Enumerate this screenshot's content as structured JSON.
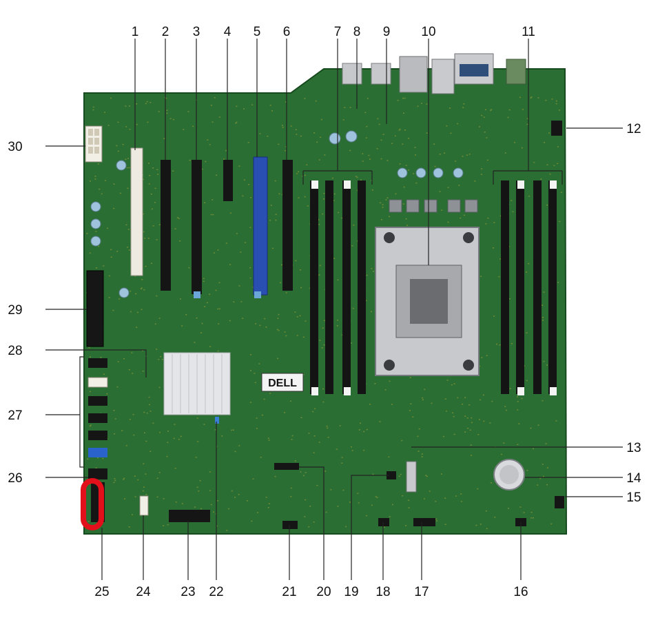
{
  "diagram": {
    "brand_text": "DELL",
    "callouts": [
      "1",
      "2",
      "3",
      "4",
      "5",
      "6",
      "7",
      "8",
      "9",
      "10",
      "11",
      "12",
      "13",
      "14",
      "15",
      "16",
      "17",
      "18",
      "19",
      "20",
      "21",
      "22",
      "23",
      "24",
      "25",
      "26",
      "27",
      "28",
      "29",
      "30"
    ]
  }
}
